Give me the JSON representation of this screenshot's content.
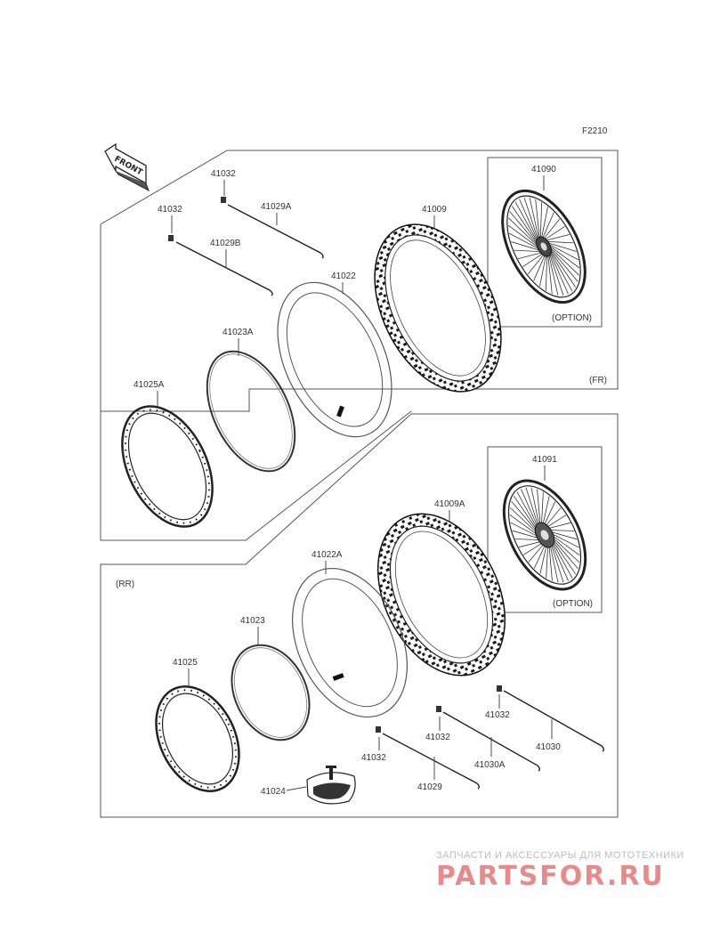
{
  "diagram_code": "F2210",
  "front_arrow_label": "FRONT",
  "sections": {
    "front": "(FR)",
    "rear": "(RR)"
  },
  "option_label": "(OPTION)",
  "parts": {
    "front_wheel_assy": "41090",
    "front_tire": "41009",
    "front_tube": "41022",
    "front_rim_band": "41023A",
    "front_rim": "41025A",
    "front_spoke_a": "41029A",
    "front_spoke_b": "41029B",
    "front_nipple_1": "41032",
    "front_nipple_2": "41032",
    "rear_wheel_assy": "41091",
    "rear_tire": "41009A",
    "rear_tube": "41022A",
    "rear_rim_band": "41023",
    "rear_rim": "41025",
    "rim_lock": "41024",
    "rear_nipple_1": "41032",
    "rear_nipple_2": "41032",
    "rear_nipple_3": "41032",
    "rear_spoke": "41029",
    "rear_spoke_a": "41030A",
    "rear_spoke_b": "41030"
  },
  "watermark": {
    "tagline": "ЗАПЧАСТИ И АКСЕССУАРЫ ДЛЯ МОТОТЕХНИКИ",
    "brand": "PARTSFOR.RU"
  }
}
